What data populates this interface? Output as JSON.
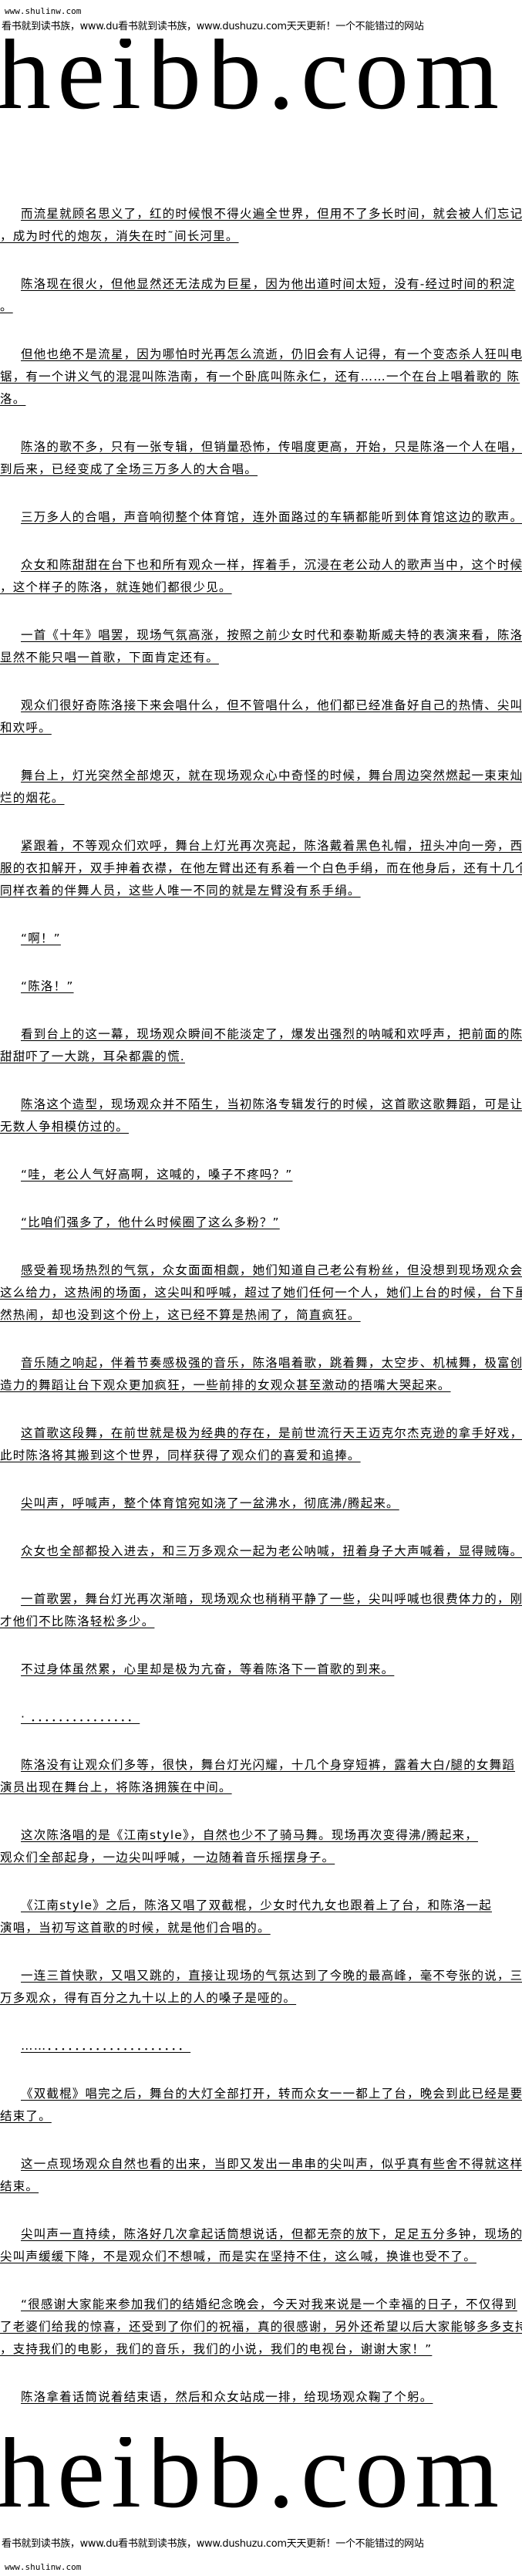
{
  "header": {
    "site_url": "www.shulinw.com",
    "banner": "看书就到读书族，www.du看书就到读书族，www.dushuzu.com天天更新！一个不能错过的网站",
    "logo_text": "heibb.com"
  },
  "paragraphs": [
    [
      "而流星就顾名思义了，红的时候恨不得火遍全世界，但用不了多长时间，就会被人们忘记",
      "，成为时代的炮灰，消失在时˜间长河里。"
    ],
    [
      "陈洛现在很火，但他显然还无法成为巨星，因为他出道时间太短，没有-经过时间的积淀",
      "。"
    ],
    [
      "但他也绝不是流星，因为哪怕时光再怎么流逝，仍旧会有人记得，有一个变态杀人狂叫电",
      "锯，有一个讲义气的混混叫陈浩南，有一个卧底叫陈永仁，还有……一个在台上唱着歌的 陈",
      "洛。"
    ],
    [
      "陈洛的歌不多，只有一张专辑，但销量恐怖，传唱度更高，开始，只是陈洛一个人在唱，",
      "到后来，已经变成了全场三万多人的大合唱。"
    ],
    [
      "三万多人的合唱，声音响彻整个体育馆，连外面路过的车辆都能听到体育馆这边的歌声。"
    ],
    [
      "众女和陈甜甜在台下也和所有观众一样，挥着手，沉浸在老公动人的歌声当中，这个时候",
      "，这个样子的陈洛，就连她们都很少见。"
    ],
    [
      "一首《十年》唱罢，现场气氛高涨，按照之前少女时代和泰勒斯威夫特的表演来看，陈洛",
      "显然不能只唱一首歌，下面肯定还有。"
    ],
    [
      "观众们很好奇陈洛接下来会唱什么，但不管唱什么，他们都已经准备好自己的热情、尖叫",
      "和欢呼。"
    ],
    [
      "舞台上，灯光突然全部熄灭，就在现场观众心中奇怪的时候，舞台周边突然燃起一束束灿",
      "烂的烟花。"
    ],
    [
      "紧跟着，不等观众们欢呼，舞台上灯光再次亮起，陈洛戴着黑色礼帽，扭头冲向一旁，西",
      "服的衣扣解开，双手抻着衣襟，在他左臂出还有系着一个白色手绢，而在他身后，还有十几个",
      "同样衣着的伴舞人员，这些人唯一不同的就是左臂没有系手绢。"
    ],
    [
      "“啊！”"
    ],
    [
      "“陈洛！”"
    ],
    [
      "看到台上的这一幕，现场观众瞬间不能淡定了，爆发出强烈的呐喊和欢呼声，把前面的陈",
      "甜甜吓了一大跳，耳朵都震的慌."
    ],
    [
      "陈洛这个造型，现场观众并不陌生，当初陈洛专辑发行的时候，这首歌这歌舞蹈，可是让",
      "无数人争相模仿过的。"
    ],
    [
      "“哇，老公人气好高啊，这喊的，嗓子不疼吗？”"
    ],
    [
      "“比咱们强多了，他什么时候圈了这么多粉？”"
    ],
    [
      "感受着现场热烈的气氛，众女面面相觑，她们知道自己老公有粉丝，但没想到现场观众会",
      "这么给力，这热闹的场面，这尖叫和呼喊，超过了她们任何一个人，她们上台的时候，台下虽",
      "然热闹，却也没到这个份上，这已经不算是热闹了，简直疯狂。"
    ],
    [
      "音乐随之响起，伴着节奏感极强的音乐，陈洛唱着歌，跳着舞，太空步、机械舞，极富创",
      "造力的舞蹈让台下观众更加疯狂，一些前排的女观众甚至激动的捂嘴大哭起来。"
    ],
    [
      "这首歌这段舞，在前世就是极为经典的存在，是前世流行天王迈克尔杰克逊的拿手好戏，",
      "此时陈洛将其搬到这个世界，同样获得了观众们的喜爱和追捧。"
    ],
    [
      "尖叫声，呼喊声，整个体育馆宛如浇了一盆沸水，彻底沸/腾起来。"
    ],
    [
      "众女也全部都投入进去，和三万多观众一起为老公呐喊，扭着身子大声喊着，显得贼嗨。"
    ],
    [
      "一首歌罢，舞台灯光再次渐暗，现场观众也稍稍平静了一些，尖叫呼喊也很费体力的，刚",
      "才他们不比陈洛轻松多少。"
    ],
    [
      "不过身体虽然累，心里却是极为亢奋，等着陈洛下一首歌的到来。"
    ],
    [
      "·  ．．．．．．．．．．．．．．．"
    ],
    [
      "陈洛没有让观众们多等，很快，舞台灯光闪耀，十几个身穿短裤，露着大白/腿的女舞蹈",
      "演员出现在舞台上，将陈洛拥簇在中间。"
    ],
    [
      "这次陈洛唱的是《江南style》，自然也少不了骑马舞。现场再次变得沸/腾起来，",
      "观众们全部起身，一边尖叫呼喊，一边随着音乐摇摆身子。"
    ],
    [
      "《江南style》之后，陈洛又唱了双截棍，少女时代九女也跟着上了台，和陈洛一起",
      "演唱，当初写这首歌的时候，就是他们合唱的。"
    ],
    [
      "一连三首快歌，又唱又跳的，直接让现场的气氛达到了今晚的最高峰，毫不夸张的说，三",
      "万多观众，得有百分之九十以上的人的嗓子是哑的。"
    ],
    [
      "……．．．．．．．．．．．．．．．．．．．．"
    ],
    [
      "《双截棍》唱完之后，舞台的大灯全部打开，转而众女一一都上了台，晚会到此已经是要",
      "结束了。"
    ],
    [
      "这一点现场观众自然也看的出来，当即又发出一串串的尖叫声，似乎真有些舍不得就这样",
      "结束。"
    ],
    [
      "尖叫声一直持续，陈洛好几次拿起话筒想说话，但都无奈的放下，足足五分多钟，现场的",
      "尖叫声缓缓下降，不是观众们不想喊，而是实在坚持不住，这么喊，换谁也受不了。"
    ],
    [
      "“很感谢大家能来参加我们的结婚纪念晚会，今天对我来说是一个幸福的日子，不仅得到",
      "了老婆们给我的惊喜，还受到了你们的祝福，真的很感谢，另外还希望以后大家能够多多支持",
      "，支持我们的电影，我们的音乐，我们的小说，我们的电视台，谢谢大家！”"
    ],
    [
      "陈洛拿着话筒说着结束语，然后和众女站成一排，给现场观众鞠了个躬。"
    ]
  ],
  "footer": {
    "logo_text": "heibb.com",
    "banner": "看书就到读书族，www.du看书就到读书族，www.dushuzu.com天天更新！一个不能错过的网站",
    "site_url": "www.shulinw.com"
  }
}
